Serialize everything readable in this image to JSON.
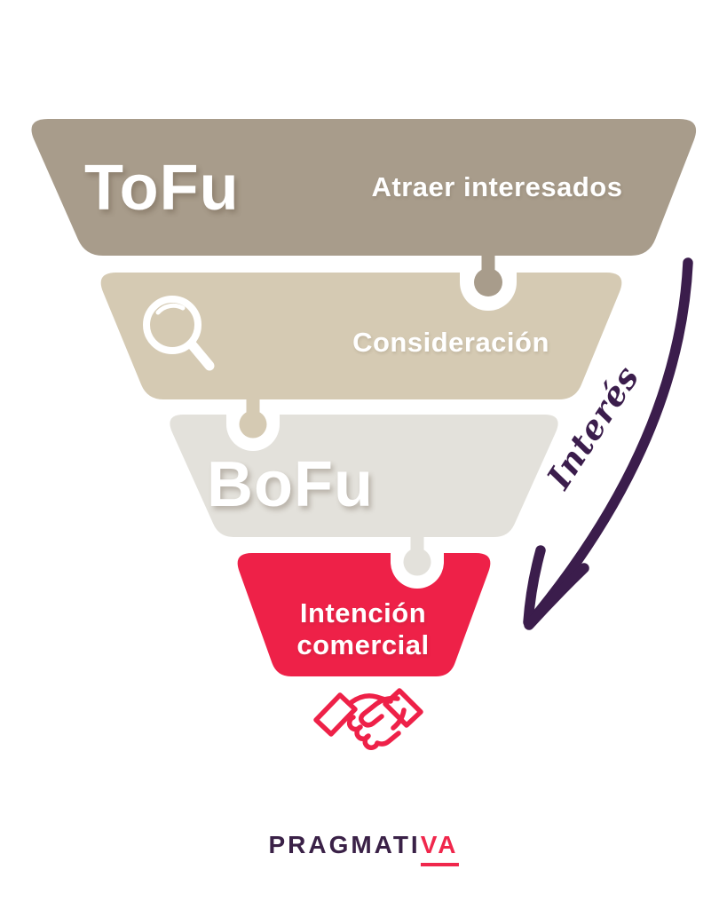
{
  "page": {
    "background": "#ffffff"
  },
  "funnel": {
    "text_color": "#ffffff",
    "stages": [
      {
        "id": "tofu",
        "label": "ToFu",
        "description": "Atraer interesados",
        "color": "#a89c8b"
      },
      {
        "id": "mofu",
        "icon": "search-icon",
        "description": "Consideración",
        "color": "#d5cab3"
      },
      {
        "id": "bofu",
        "label": "BoFu",
        "color": "#e3e1db"
      },
      {
        "id": "intencion-comercial",
        "description_line1": "Intención",
        "description_line2": "comercial",
        "color": "#ee2148",
        "icon": "handshake-icon"
      }
    ]
  },
  "arrow": {
    "label": "Interés",
    "color": "#3b1d4c"
  },
  "footer": {
    "brand_primary": "PRAGMATI",
    "brand_accent": "VA",
    "primary_color": "#3a2147",
    "accent_color": "#f0274c"
  }
}
